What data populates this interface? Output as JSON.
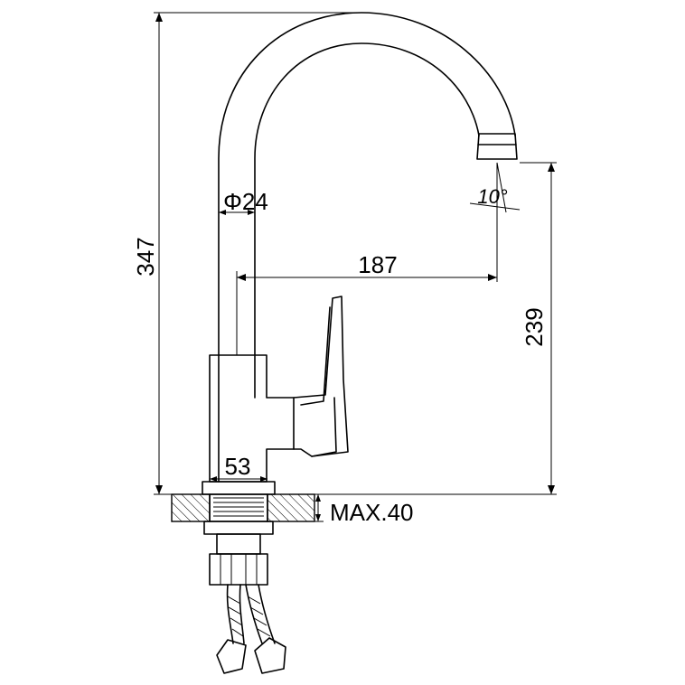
{
  "drawing": {
    "dimensions": {
      "total_height": "347",
      "spout_diameter": "Φ24",
      "spout_reach": "187",
      "outlet_height": "239",
      "body_width": "53",
      "deck_max": "MAX.40",
      "tilt_angle": "10°"
    }
  }
}
